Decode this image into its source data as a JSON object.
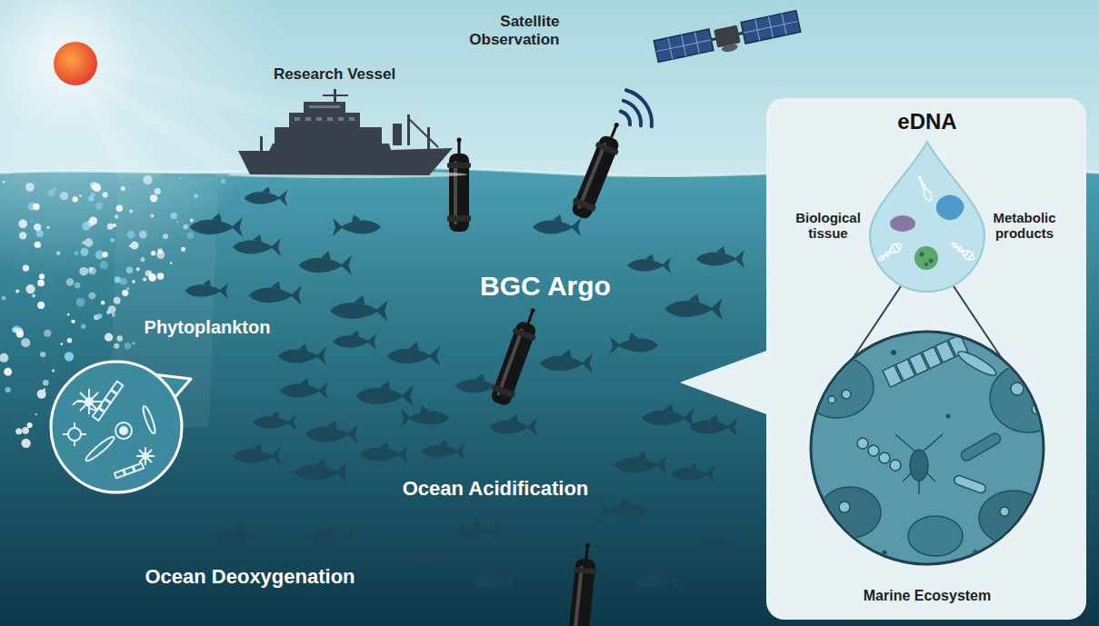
{
  "diagram": {
    "nodes": [
      {
        "text": [
          "eDNA",
          "Biological tissue",
          "Metabolic products",
          "Marine Ecosystem"
        ]
      }
    ],
    "labels": [
      "Research Vessel",
      "Satellite Observation",
      "BGC Argo",
      "Phytoplankton",
      "Ocean Acidification",
      "Ocean Deoxygenation"
    ]
  }
}
